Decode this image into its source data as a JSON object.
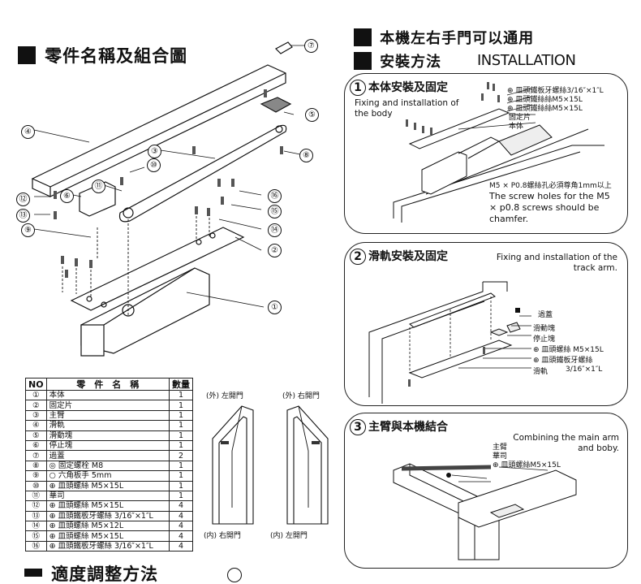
{
  "left": {
    "section_title": "零件名稱及組合圖",
    "callouts": [
      "①",
      "②",
      "③",
      "④",
      "⑤",
      "⑥",
      "⑦",
      "⑧",
      "⑨",
      "⑩",
      "⑪",
      "⑫",
      "⑬",
      "⑭",
      "⑮",
      "⑯"
    ],
    "table": {
      "headers": [
        "NO",
        "零　件　名　稱",
        "數量"
      ],
      "rows": [
        {
          "no": "①",
          "name": "本体",
          "qty": "1"
        },
        {
          "no": "②",
          "name": "固定片",
          "qty": "1"
        },
        {
          "no": "③",
          "name": "主臂",
          "qty": "1"
        },
        {
          "no": "④",
          "name": "滑軌",
          "qty": "1"
        },
        {
          "no": "⑤",
          "name": "滑動塊",
          "qty": "1"
        },
        {
          "no": "⑥",
          "name": "停止塊",
          "qty": "1"
        },
        {
          "no": "⑦",
          "name": "過蓋",
          "qty": "2"
        },
        {
          "no": "⑧",
          "name": "◎ 固定螺栓 M8",
          "qty": "1"
        },
        {
          "no": "⑨",
          "name": "○ 六角板手 5mm",
          "qty": "1"
        },
        {
          "no": "⑩",
          "name": "⊕ 皿頭螺絲 M5×15L",
          "qty": "1"
        },
        {
          "no": "⑪",
          "name": "華司",
          "qty": "1"
        },
        {
          "no": "⑫",
          "name": "⊕ 皿頭螺絲 M5×15L",
          "qty": "4"
        },
        {
          "no": "⑬",
          "name": "⊕ 皿頭鐵板牙螺絲 3/16″×1″L",
          "qty": "4"
        },
        {
          "no": "⑭",
          "name": "⊕ 皿頭螺絲 M5×12L",
          "qty": "4"
        },
        {
          "no": "⑮",
          "name": "⊕ 皿頭螺絲 M5×15L",
          "qty": "4"
        },
        {
          "no": "⑯",
          "name": "⊕ 皿頭鐵板牙螺絲 3/16″×1″L",
          "qty": "4"
        }
      ]
    },
    "door_labels": {
      "out_left": "(外) 左開門",
      "out_right": "(外) 右開門",
      "in_right": "(内) 右開門",
      "in_left": "(内) 左開門"
    }
  },
  "right": {
    "title1": "本機左右手門可以通用",
    "title2": "安裝方法",
    "title2_en": "INSTALLATION",
    "panel1": {
      "num": "1",
      "title": "本体安裝及固定",
      "en": "Fixing and installation of the body",
      "labels": [
        "⊕ 皿頭鐵板牙螺絲3/16″×1″L",
        "⊕ 皿頭鐵絲絲M5×15L",
        "⊕ 皿頭鐵絲絲M5×15L",
        "固定片",
        "本体"
      ],
      "note_cn": "M5 × P0.8螺絲孔必須尊角1mm以上",
      "note_en": "The screw holes for the M5 × p0.8 screws should be chamfer."
    },
    "panel2": {
      "num": "2",
      "title": "滑軌安裝及固定",
      "en": "Fixing and installation of the track arm.",
      "labels": [
        "過蓋",
        "滑動塊",
        "停止塊",
        "⊕ 皿頭螺絲 M5×15L",
        "⊕ 皿頭鐵板牙螺絲",
        "3/16″×1″L",
        "滑軌"
      ]
    },
    "panel3": {
      "num": "3",
      "title": "主臂與本機結合",
      "en": "Combining the main arm and boby.",
      "labels": [
        "主臂",
        "華司",
        "⊕ 皿頭螺絲M5×15L"
      ]
    }
  },
  "bottom": {
    "title_partial": "適度調整方法"
  }
}
